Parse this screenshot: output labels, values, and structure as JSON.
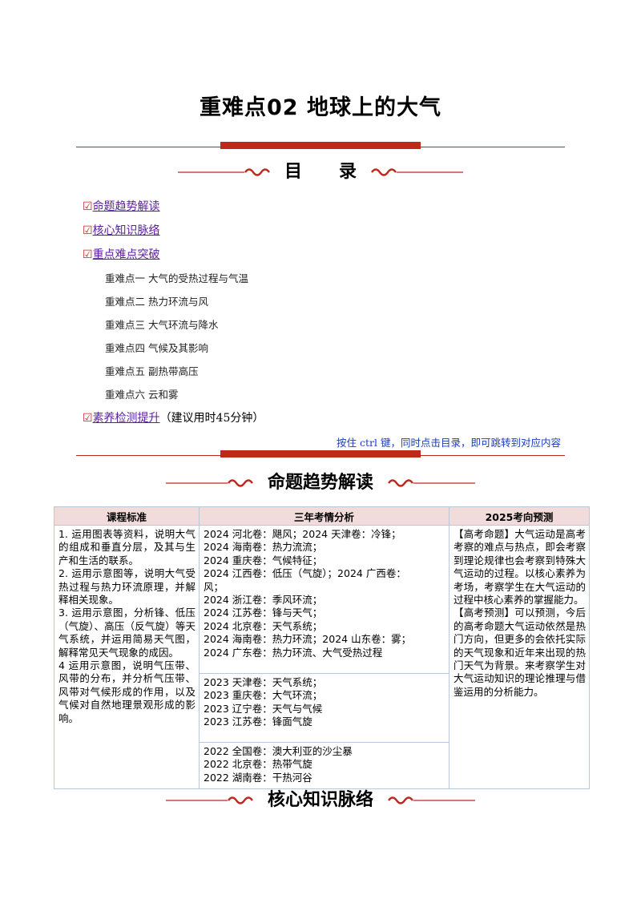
{
  "document": {
    "title": "重难点02  地球上的大气"
  },
  "toc": {
    "heading": "目      录",
    "check_mark": "☑",
    "items": [
      {
        "label": "命题趋势解读"
      },
      {
        "label": "核心知识脉络"
      },
      {
        "label": "重点难点突破"
      }
    ],
    "sub_items": [
      "重难点一  大气的受热过程与气温",
      "重难点二  热力环流与风",
      "重难点三  大气环流与降水",
      "重难点四  气候及其影响",
      "重难点五  副热带高压",
      "重难点六  云和雾"
    ],
    "last_item": {
      "label": "素养检测提升",
      "note": "（建议用时45分钟）"
    },
    "hint": "按住 ctrl 键，同时点击目录，即可跳转到对应内容"
  },
  "section_trend": {
    "heading": "命题趋势解读",
    "table": {
      "headers": [
        "课程标准",
        "三年考情分析",
        "2025考向预测"
      ],
      "standards": [
        "1. 运用图表等资料，说明大气的组成和垂直分层，及其与生产和生活的联系。",
        "2. 运用示意图等，说明大气受热过程与热力环流原理，并解释相关现象。",
        "3. 运用示意图，分析锋、低压（气旋）、高压（反气旋）等天气系统，并运用简易天气图，解释常见天气现象的成因。",
        "4 运用示意图，说明气压带、风带的分布，并分析气压带、风带对气候形成的作用，以及气候对自然地理景观形成的影响。"
      ],
      "analysis_2024": [
        "2024 河北卷：飓风；2024 天津卷：冷锋；",
        "2024 海南卷：热力流流；",
        "2024 重庆卷：气候特征；",
        "2024 江西卷：低压（气旋）；2024 广西卷：",
        "风；",
        "2024 浙江卷：季风环流；",
        "2024 江苏卷：锋与天气；",
        "2024 北京卷：天气系统；",
        "2024 海南卷：热力环流；2024 山东卷：雾；",
        "2024 广东卷：热力环流、大气受热过程"
      ],
      "analysis_2023": [
        "2023 天津卷：天气系统；",
        "2023 重庆卷：大气环流；",
        "2023 辽宁卷：天气与气候",
        "2023 江苏卷：锋面气旋"
      ],
      "analysis_2022": [
        "2022 全国卷：澳大利亚的沙尘暴",
        "2022 北京卷：热带气旋",
        "2022 湖南卷：干热河谷"
      ],
      "forecast": [
        "【高考命题】大气运动是高考考察的难点与热点，即会考察到理论规律也会考察到特殊大气运动的过程。以核心素养为考场，考察学生在大气运动的过程中核心素养的掌握能力。",
        "【高考预测】可以预测，今后的高考命题大气运动依然是热门方向，但更多的会依托实际的天气现象和近年来出现的热门天气为背景。来考察学生对大气运动知识的理论推理与借鉴运用的分析能力。"
      ]
    }
  },
  "section_knowledge": {
    "heading": "核心知识脉络"
  },
  "colors": {
    "accent_red": "#c0281c",
    "link_purple": "#5b1e9e",
    "hint_blue": "#1a3cc0",
    "table_header_bg": "#f2dcdb"
  }
}
